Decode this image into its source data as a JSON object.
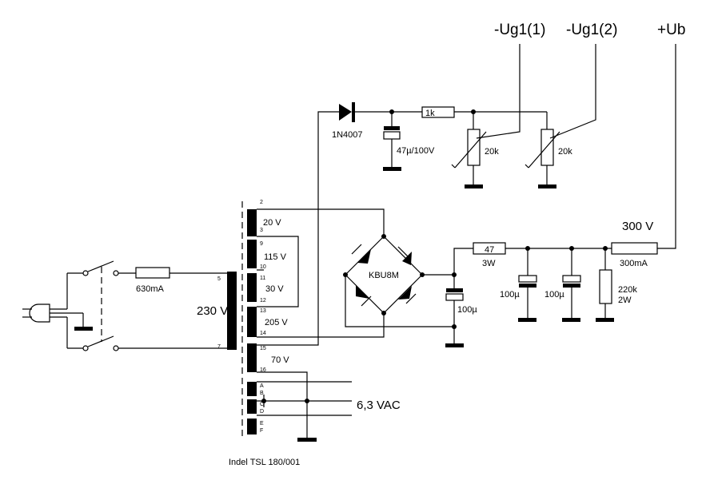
{
  "rails": {
    "ug1_1": "-Ug1(1)",
    "ug1_2": "-Ug1(2)",
    "ub": "+Ub"
  },
  "transformer": {
    "model": "Indel TSL 180/001",
    "primary_voltage": "230 V",
    "primary_pins": [
      "5",
      "7"
    ],
    "windings": [
      {
        "voltage": "20 V",
        "pins": [
          "2",
          "3"
        ]
      },
      {
        "voltage": "115 V",
        "pins": [
          "9",
          "10"
        ]
      },
      {
        "voltage": "30 V",
        "pins": [
          "11",
          "12"
        ]
      },
      {
        "voltage": "205 V",
        "pins": [
          "13",
          "14"
        ]
      },
      {
        "voltage": "70 V",
        "pins": [
          "15",
          "16"
        ]
      }
    ],
    "heater_pins": [
      "A",
      "B",
      "C",
      "D",
      "E",
      "F"
    ],
    "heater_voltage": "6,3 VAC"
  },
  "components": {
    "fuse_primary": "630mA",
    "diode": "1N4007",
    "bias_cap": "47µ/100V",
    "bias_resistor": "1k",
    "pot1": "20k",
    "pot2": "20k",
    "bridge": "KBU8M",
    "cap_main": "100µ",
    "series_resistor_value": "47",
    "series_resistor_power": "3W",
    "cap2": "100µ",
    "cap3": "100µ",
    "bleeder_value": "220k",
    "bleeder_power": "2W",
    "output_voltage": "300 V",
    "fuse_output": "300mA"
  }
}
